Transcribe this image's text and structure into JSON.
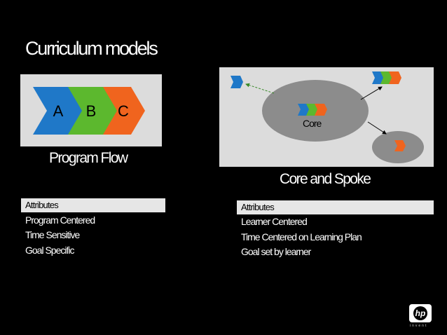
{
  "slide": {
    "title": "Curriculum models"
  },
  "program_flow": {
    "chevrons": [
      "A",
      "B",
      "C"
    ],
    "caption": "Program Flow",
    "attributes_header": "Attributes",
    "attributes": [
      "Program Centered",
      "Time Sensitive",
      "Goal Specific"
    ]
  },
  "core_spoke": {
    "core_label": "Core",
    "caption": "Core and Spoke",
    "attributes_header": "Attributes",
    "attributes": [
      "Learner Centered",
      "Time Centered on Learning Plan",
      "Goal set by learner"
    ]
  },
  "colors": {
    "blue": "#1f78c8",
    "green": "#5cb82e",
    "orange": "#f0641e",
    "panel": "#dcdcdc",
    "ellipse": "#8c8c8c"
  },
  "logo": {
    "mark": "hp",
    "tagline": "invent"
  }
}
